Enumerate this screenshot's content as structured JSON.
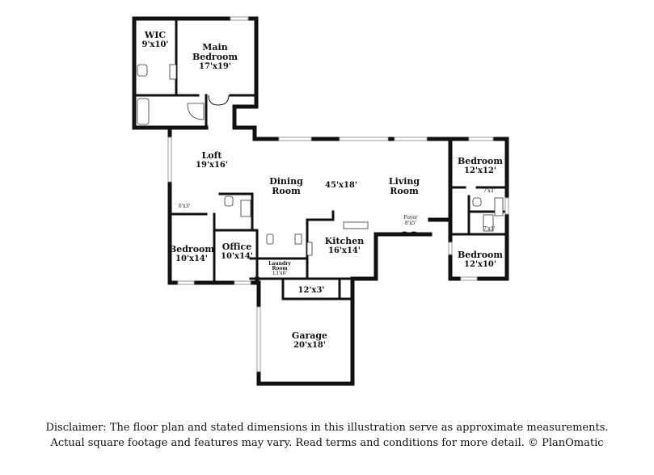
{
  "rooms": {
    "wic": {
      "name": "WIC",
      "dim": "9'x10'"
    },
    "main_bedroom": {
      "name": "Main",
      "name2": "Bedroom",
      "dim": "17'x19'"
    },
    "loft": {
      "name": "Loft",
      "dim": "19'x16'"
    },
    "dining": {
      "name": "Dining",
      "name2": "Room"
    },
    "great_room_dim": "45'x18'",
    "living": {
      "name": "Living",
      "name2": "Room"
    },
    "bedroom_ne": {
      "name": "Bedroom",
      "dim": "12'x12'"
    },
    "bedroom_se": {
      "name": "Bedroom",
      "dim": "12'x10'"
    },
    "bedroom_w": {
      "name": "Bedroom",
      "dim": "10'x14'"
    },
    "office": {
      "name": "Office",
      "dim": "10'x14'"
    },
    "kitchen": {
      "name": "Kitchen",
      "dim": "16'x14'"
    },
    "laundry": {
      "name": "Laundry",
      "name2": "Room",
      "dim": "13'x6'"
    },
    "foyer": {
      "name": "Foyer",
      "dim": "8'x5'"
    },
    "garage": {
      "name": "Garage",
      "dim": "20'x18'"
    },
    "hall_12x3": "12'x3'",
    "closet_6x3": "6'x3'",
    "closet_7x3_a": "7'x3'",
    "closet_7x3_b": "7'x3'"
  },
  "disclaimer": {
    "line1": "Disclaimer: The floor plan and stated dimensions in this illustration serve as approximate measurements.",
    "line2": "Actual square footage and features may vary. Read terms and conditions for more detail. © PlanOmatic"
  }
}
